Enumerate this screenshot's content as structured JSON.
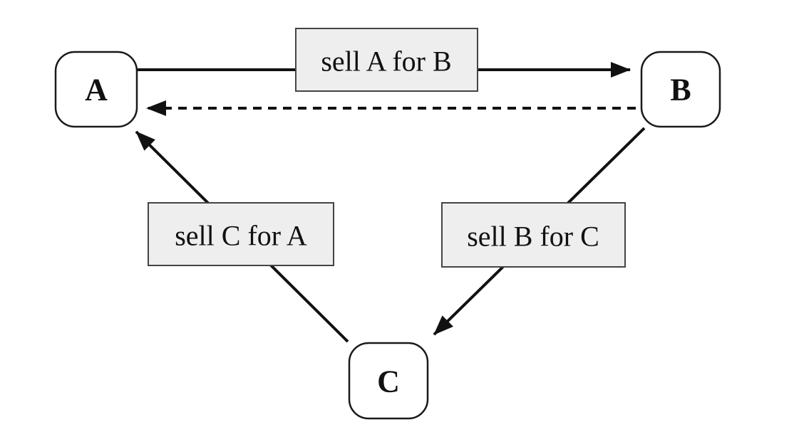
{
  "diagram": {
    "nodes": [
      {
        "id": "A",
        "label": "A"
      },
      {
        "id": "B",
        "label": "B"
      },
      {
        "id": "C",
        "label": "C"
      }
    ],
    "edges": [
      {
        "from": "A",
        "to": "B",
        "label": "sell A for B",
        "style": "solid"
      },
      {
        "from": "B",
        "to": "A",
        "label": "",
        "style": "dashed"
      },
      {
        "from": "B",
        "to": "C",
        "label": "sell B for C",
        "style": "solid"
      },
      {
        "from": "C",
        "to": "A",
        "label": "sell C for A",
        "style": "solid"
      }
    ],
    "colors": {
      "background": "#ffffff",
      "line": "#111111",
      "label_box_fill": "#eeeeee",
      "label_box_border": "#444444",
      "node_fill": "#ffffff",
      "node_border": "#1a1a1a",
      "text": "#111111"
    }
  }
}
